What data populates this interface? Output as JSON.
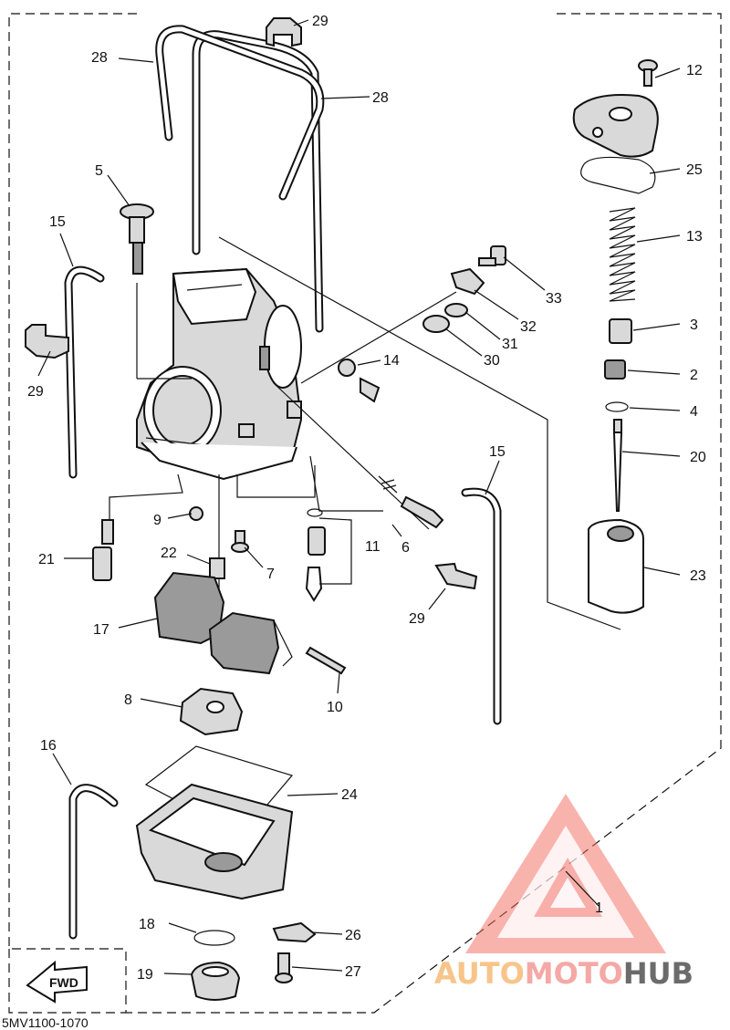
{
  "diagram": {
    "doc_code": "5MV1100-1070",
    "fwd_label": "FWD",
    "watermark": {
      "word_part1": "AUTO",
      "word_part2": "MOTO",
      "word_part3": "HUB",
      "colors": {
        "auto": "#f7c58a",
        "moto": "#f4a9a6",
        "hub": "#6b6b6b",
        "triangle": "#f26d63"
      }
    },
    "callouts": {
      "p1": "1",
      "p2": "2",
      "p3": "3",
      "p4": "4",
      "p5": "5",
      "p6": "6",
      "p7": "7",
      "p8": "8",
      "p9": "9",
      "p10": "10",
      "p11": "11",
      "p12": "12",
      "p13": "13",
      "p14": "14",
      "p15a": "15",
      "p15b": "15",
      "p16": "16",
      "p17": "17",
      "p18": "18",
      "p19": "19",
      "p20": "20",
      "p21": "21",
      "p22": "22",
      "p23": "23",
      "p24": "24",
      "p25": "25",
      "p26": "26",
      "p27": "27",
      "p28a": "28",
      "p28b": "28",
      "p29a": "29",
      "p29b": "29",
      "p29c": "29",
      "p30": "30",
      "p31": "31",
      "p32": "32",
      "p33": "33"
    }
  }
}
